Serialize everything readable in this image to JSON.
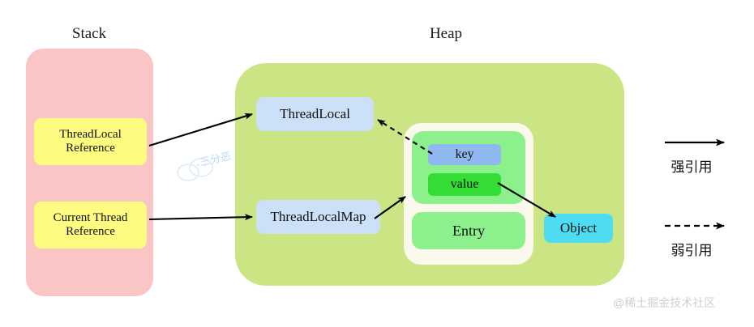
{
  "diagram": {
    "regions": [
      {
        "id": "stack",
        "title": "Stack",
        "color": "#fac5c5"
      },
      {
        "id": "heap",
        "title": "Heap",
        "color": "#cbe585"
      }
    ],
    "stack_nodes": [
      {
        "id": "threadlocal-reference",
        "label": "ThreadLocal\nReference",
        "line1": "ThreadLocal",
        "line2": "Reference",
        "color": "#fdfb80"
      },
      {
        "id": "current-thread-reference",
        "label": "Current Thread\nReference",
        "line1": "Current Thread",
        "line2": "Reference",
        "color": "#fdfb80"
      }
    ],
    "heap_nodes": {
      "threadlocal": {
        "label": "ThreadLocal",
        "color": "#cce0f7"
      },
      "threadlocalmap": {
        "label": "ThreadLocalMap",
        "color": "#cce0f7"
      },
      "entry": {
        "label": "Entry",
        "color": "#8cf08c"
      },
      "key": {
        "label": "key",
        "color": "#8fb8f0"
      },
      "value": {
        "label": "value",
        "color": "#33dd33"
      },
      "object": {
        "label": "Object",
        "color": "#4ddcf2"
      }
    },
    "edges": [
      {
        "id": "threadlocal-ref-to-threadlocal",
        "from": "ThreadLocal Reference",
        "to": "ThreadLocal",
        "style": "solid",
        "kind": "强引用"
      },
      {
        "id": "current-thread-ref-to-threadlocalmap",
        "from": "Current Thread Reference",
        "to": "ThreadLocalMap",
        "style": "solid",
        "kind": "强引用"
      },
      {
        "id": "threadlocalmap-to-entry",
        "from": "ThreadLocalMap",
        "to": "Entry",
        "style": "solid",
        "kind": "强引用"
      },
      {
        "id": "key-to-threadlocal",
        "from": "key",
        "to": "ThreadLocal",
        "style": "dashed",
        "kind": "弱引用"
      },
      {
        "id": "value-to-object",
        "from": "value",
        "to": "Object",
        "style": "solid",
        "kind": "强引用"
      }
    ],
    "legend": {
      "strong": {
        "label": "强引用",
        "style": "solid"
      },
      "weak": {
        "label": "弱引用",
        "style": "dashed"
      }
    },
    "watermarks": {
      "brand": "@稀土掘金技术社区",
      "author": "三分恶"
    }
  }
}
